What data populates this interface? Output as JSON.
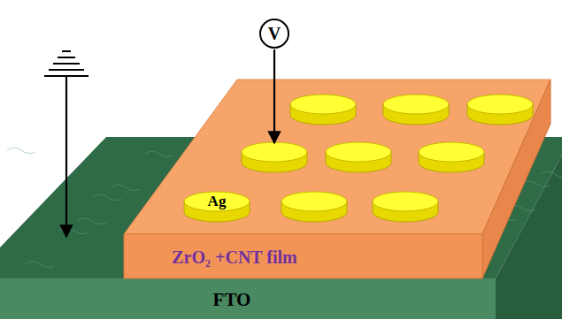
{
  "diagram": {
    "nodes": [
      {
        "text": [
          "V"
        ]
      },
      {
        "text": [
          "FTO"
        ]
      },
      {
        "text": [
          "ZrO₂ +CNT film"
        ],
        "in": 1
      },
      {
        "text": [
          "Ag"
        ],
        "in": 2
      }
    ]
  }
}
